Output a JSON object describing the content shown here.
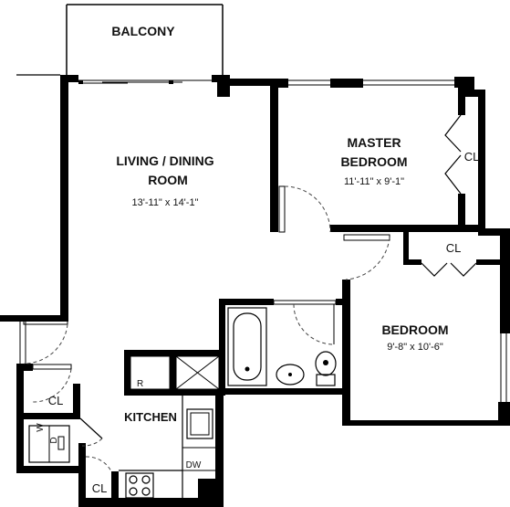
{
  "rooms": {
    "balcony": {
      "label": "BALCONY"
    },
    "living": {
      "label_line1": "LIVING / DINING",
      "label_line2": "ROOM",
      "dims": "13'-11\" x 14'-1\""
    },
    "master": {
      "label_line1": "MASTER",
      "label_line2": "BEDROOM",
      "dims": "11'-11\" x 9'-1\""
    },
    "bedroom": {
      "label": "BEDROOM",
      "dims": "9'-8\" x 10'-6\""
    },
    "kitchen": {
      "label": "KITCHEN"
    }
  },
  "fixtures": {
    "closet_master": "CL",
    "closet_bedroom": "CL",
    "closet_entry": "CL",
    "closet_kitchen": "CL",
    "refrigerator": "R",
    "dishwasher": "DW",
    "washer": "W",
    "dryer": "D"
  }
}
